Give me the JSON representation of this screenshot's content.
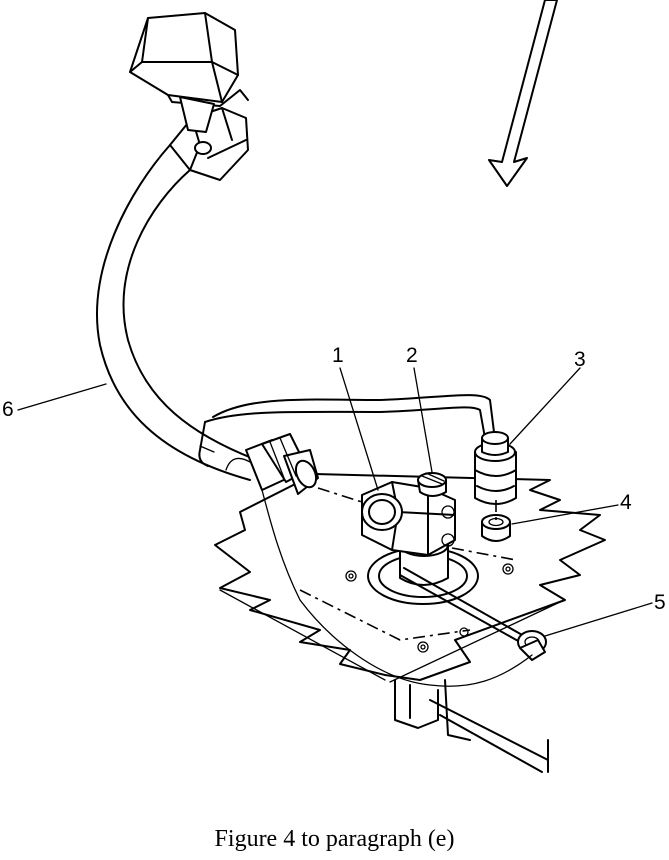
{
  "caption": "Figure 4 to paragraph (e)",
  "callouts": [
    {
      "id": "1",
      "label": "1"
    },
    {
      "id": "2",
      "label": "2"
    },
    {
      "id": "3",
      "label": "3"
    },
    {
      "id": "4",
      "label": "4"
    },
    {
      "id": "5",
      "label": "5"
    },
    {
      "id": "6",
      "label": "6"
    }
  ]
}
